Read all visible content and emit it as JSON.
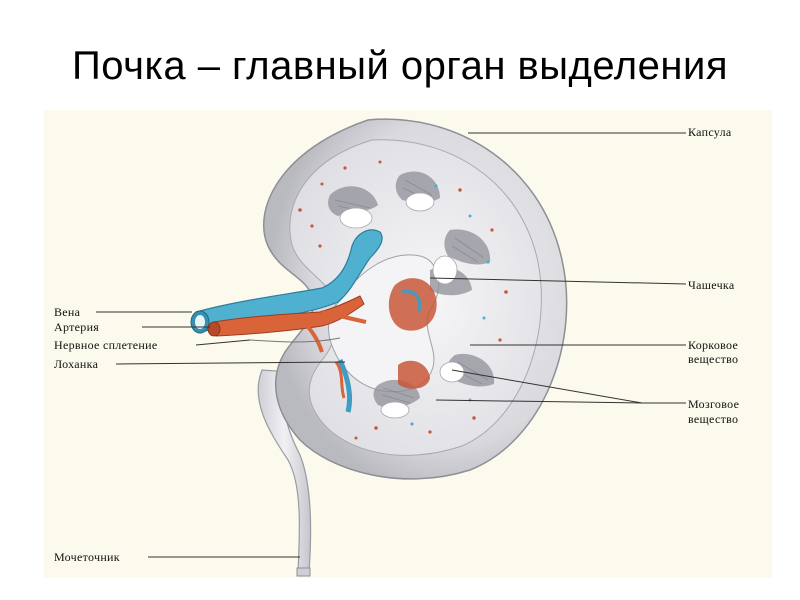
{
  "title": "Почка – главный орган выделения",
  "labels": {
    "capsule": "Капсула",
    "calyx": "Чашечка",
    "cortex_line1": "Корковое",
    "cortex_line2": "вещество",
    "medulla_line1": "Мозговое",
    "medulla_line2": "вещество",
    "vein": "Вена",
    "artery": "Артерия",
    "nerve_plexus": "Нервное сплетение",
    "pelvis": "Лоханка",
    "ureter": "Мочеточник"
  },
  "colors": {
    "background": "#fbfaec",
    "capsule": "#d2d2d8",
    "cortex": "#ebebee",
    "vein": "#4fb0d0",
    "artery": "#d9643a"
  }
}
